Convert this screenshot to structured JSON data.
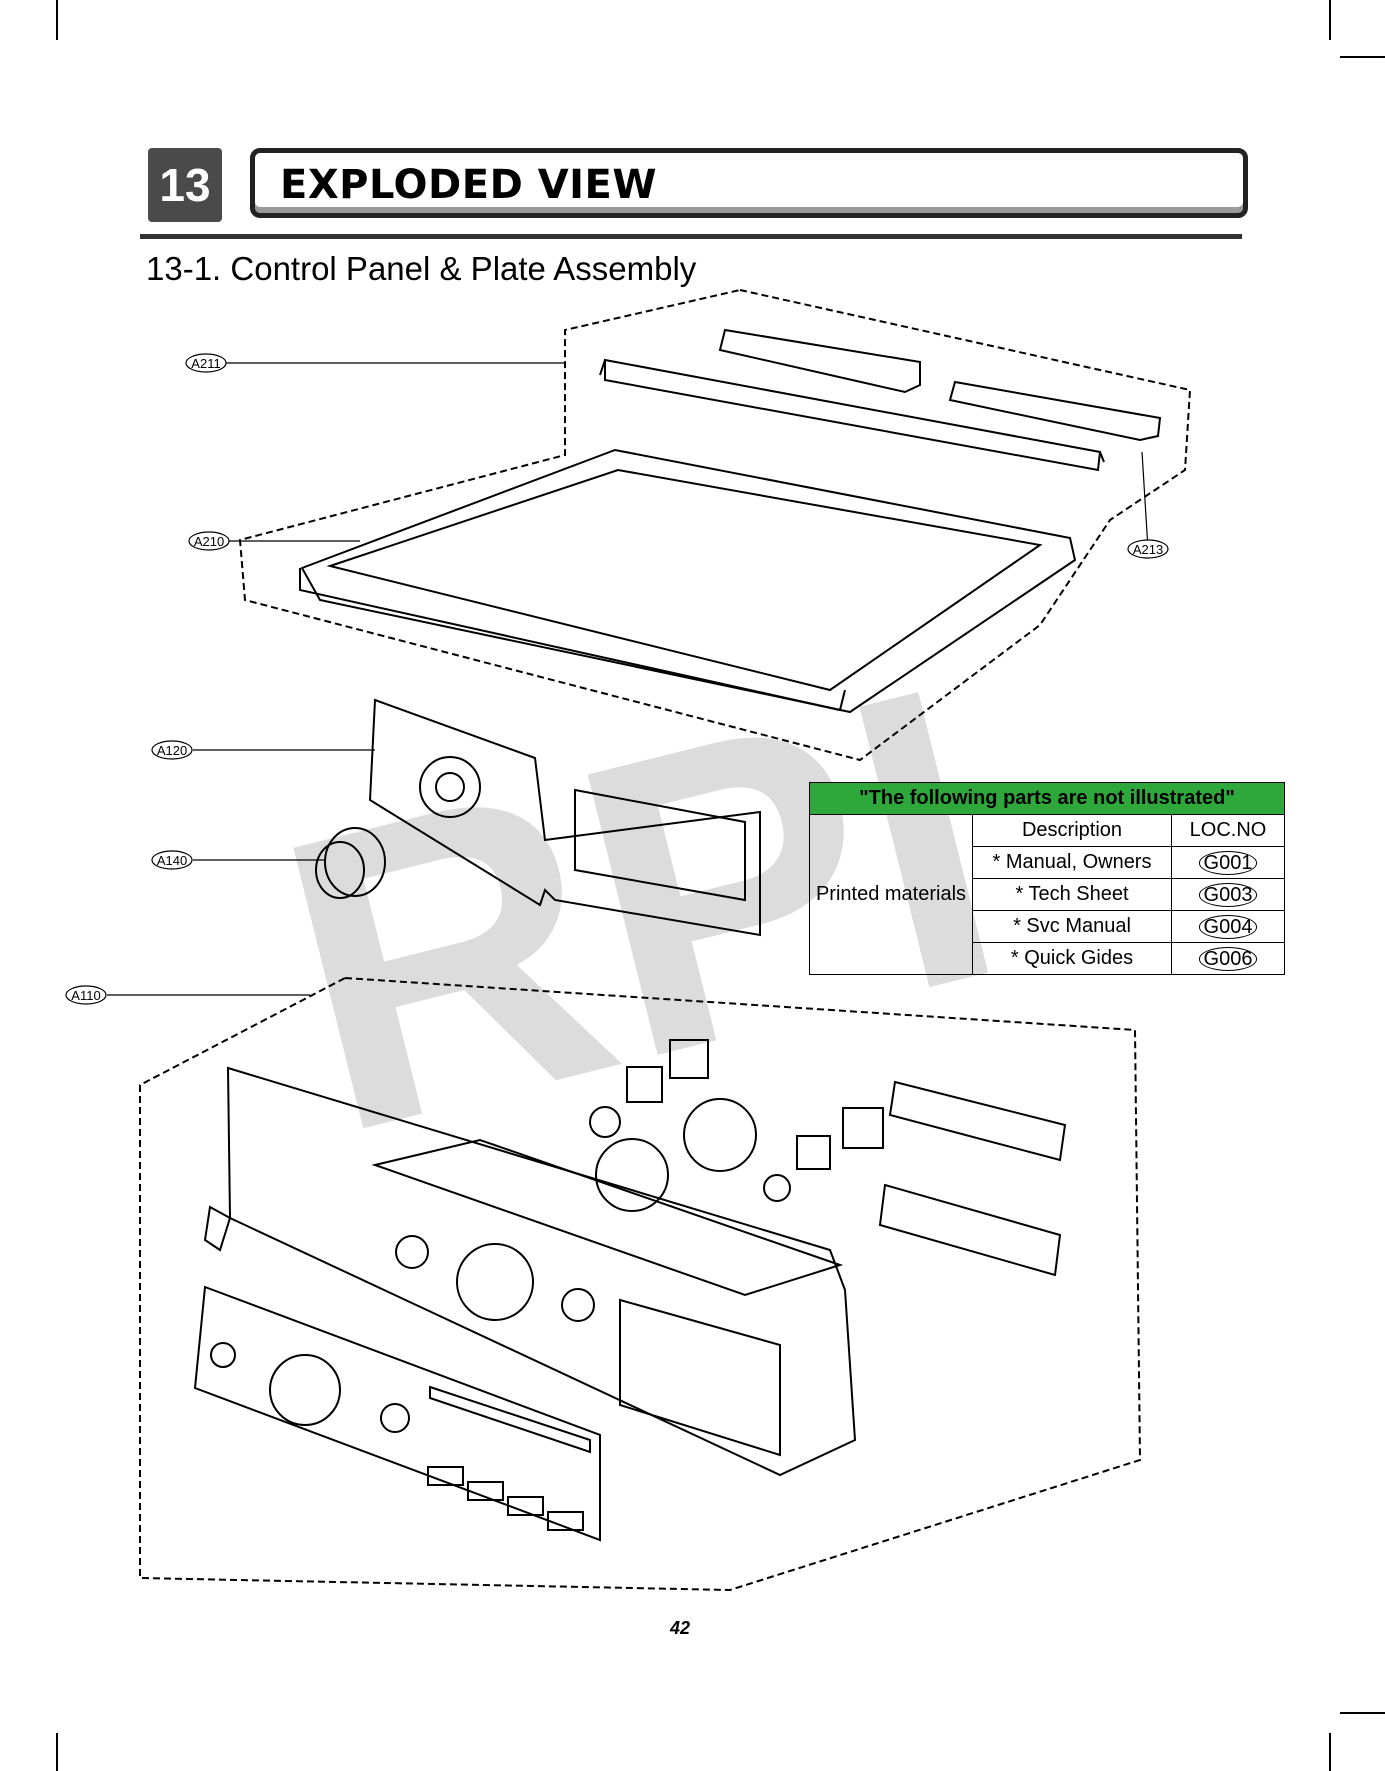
{
  "section": {
    "number": "13",
    "title": "EXPLODED VIEW",
    "subtitle": "13-1. Control Panel & Plate Assembly"
  },
  "callouts": [
    "A211",
    "A210",
    "A213",
    "A120",
    "A140",
    "A110"
  ],
  "watermark": "RPI",
  "not_illustrated_table": {
    "heading": "\"The following parts are not illustrated\"",
    "column_description": "Description",
    "column_locno": "LOC.NO",
    "group_label": "Printed materials",
    "rows": [
      {
        "description": "* Manual, Owners",
        "loc": "G001"
      },
      {
        "description": "* Tech Sheet",
        "loc": "G003"
      },
      {
        "description": "* Svc Manual",
        "loc": "G004"
      },
      {
        "description": "* Quick Gides",
        "loc": "G006"
      }
    ],
    "heading_color": "#2ea83a"
  },
  "page_number": "42"
}
